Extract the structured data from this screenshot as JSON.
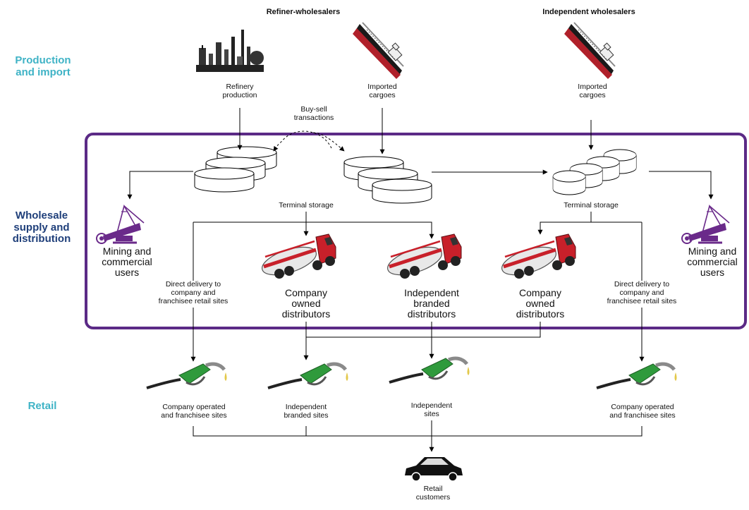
{
  "headers": {
    "refiner_wholesalers": "Refiner-wholesalers",
    "independent_wholesalers": "Independent wholesalers"
  },
  "sections": {
    "production": "Production\nand import",
    "wholesale": "Wholesale\nsupply and\ndistribution",
    "retail": "Retail"
  },
  "nodes": {
    "refinery": "Refinery\nproduction",
    "imported_1": "Imported\ncargoes",
    "imported_2": "Imported\ncargoes",
    "buy_sell": "Buy-sell\ntransactions",
    "terminal_1": "Terminal storage",
    "terminal_2": "Terminal storage",
    "mining_left": "Mining and\ncommercial\nusers",
    "mining_right": "Mining and\ncommercial\nusers",
    "direct_left": "Direct delivery to\ncompany and\nfranchisee retail sites",
    "direct_right": "Direct delivery to\ncompany and\nfranchisee retail sites",
    "company_dist_1": "Company\nowned\ndistributors",
    "independent_dist": "Independent\nbranded\ndistributors",
    "company_dist_2": "Company\nowned\ndistributors",
    "retail_company_1": "Company operated\nand franchisee sites",
    "retail_indep_branded": "Independent\nbranded sites",
    "retail_indep": "Independent\nsites",
    "retail_company_2": "Company operated\nand franchisee sites",
    "customers": "Retail\ncustomers"
  },
  "colors": {
    "section_teal": "#3fb3c6",
    "section_navy": "#1f3f7a",
    "frame_purple": "#5b2a86",
    "truck_red": "#c8202a",
    "nozzle_green": "#2f9a3c",
    "ship_red": "#b0202a",
    "mining_purple": "#6a2a8a"
  },
  "icons": [
    "refinery-icon",
    "tanker-ship-icon",
    "storage-tank-icon",
    "mining-excavator-icon",
    "tanker-truck-icon",
    "fuel-nozzle-icon",
    "car-icon"
  ]
}
